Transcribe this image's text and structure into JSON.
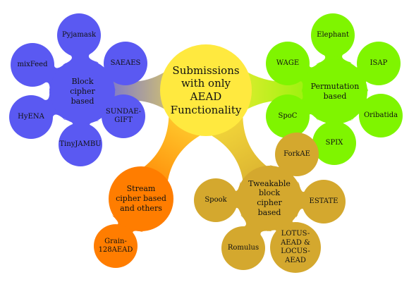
{
  "diagram": {
    "colors": {
      "center": "#ffe93f",
      "blue": "#5a59f2",
      "green": "#7ff500",
      "orange": "#ff7d00",
      "gold": "#d4a82e",
      "text": "#111111"
    },
    "center": {
      "label": "Submissions with only AEAD Functionality"
    },
    "branches": [
      {
        "id": "block",
        "label": "Block cipher based",
        "color": "blue",
        "children": [
          {
            "id": "pyjamask",
            "label": "Pyjamask"
          },
          {
            "id": "saeaes",
            "label": "SAEAES"
          },
          {
            "id": "sundae",
            "label": "SUNDAE-GIFT"
          },
          {
            "id": "tinyjambu",
            "label": "TinyJAMBU"
          },
          {
            "id": "hyena",
            "label": "HyENA"
          },
          {
            "id": "mixfeed",
            "label": "mixFeed"
          }
        ]
      },
      {
        "id": "perm",
        "label": "Permutation based",
        "color": "green",
        "children": [
          {
            "id": "elephant",
            "label": "Elephant"
          },
          {
            "id": "isap",
            "label": "ISAP"
          },
          {
            "id": "oribatida",
            "label": "Oribatida"
          },
          {
            "id": "spix",
            "label": "SPIX"
          },
          {
            "id": "spoc",
            "label": "SpoC"
          },
          {
            "id": "wage",
            "label": "WAGE"
          }
        ]
      },
      {
        "id": "stream",
        "label": "Stream cipher based and others",
        "color": "orange",
        "children": [
          {
            "id": "grain",
            "label": "Grain-128AEAD"
          }
        ]
      },
      {
        "id": "tweak",
        "label": "Tweakable block cipher based",
        "color": "gold",
        "children": [
          {
            "id": "forkae",
            "label": "ForkAE"
          },
          {
            "id": "estate",
            "label": "ESTATE"
          },
          {
            "id": "lotus",
            "label": "LOTUS-AEAD & LOCUS-AEAD"
          },
          {
            "id": "romulus",
            "label": "Romulus"
          },
          {
            "id": "spook",
            "label": "Spook"
          }
        ]
      }
    ]
  }
}
